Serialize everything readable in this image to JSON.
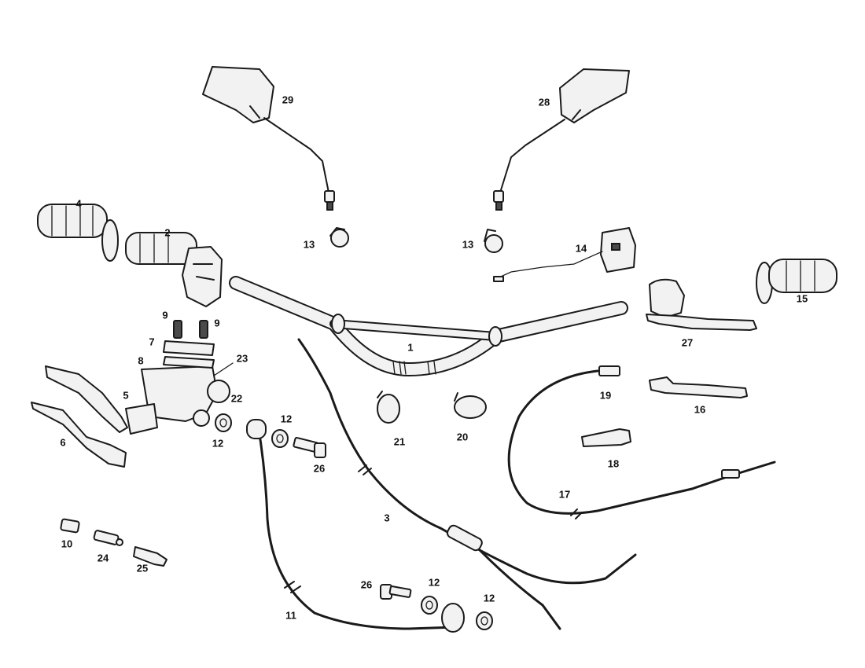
{
  "diagram": {
    "labels": [
      {
        "id": "1",
        "text": "1"
      },
      {
        "id": "2",
        "text": "2"
      },
      {
        "id": "3",
        "text": "3"
      },
      {
        "id": "4",
        "text": "4"
      },
      {
        "id": "5",
        "text": "5"
      },
      {
        "id": "6",
        "text": "6"
      },
      {
        "id": "7",
        "text": "7"
      },
      {
        "id": "8",
        "text": "8"
      },
      {
        "id": "9a",
        "text": "9"
      },
      {
        "id": "9b",
        "text": "9"
      },
      {
        "id": "10",
        "text": "10"
      },
      {
        "id": "11",
        "text": "11"
      },
      {
        "id": "12a",
        "text": "12"
      },
      {
        "id": "12b",
        "text": "12"
      },
      {
        "id": "12c",
        "text": "12"
      },
      {
        "id": "12d",
        "text": "12"
      },
      {
        "id": "13a",
        "text": "13"
      },
      {
        "id": "13b",
        "text": "13"
      },
      {
        "id": "14",
        "text": "14"
      },
      {
        "id": "15",
        "text": "15"
      },
      {
        "id": "16",
        "text": "16"
      },
      {
        "id": "17",
        "text": "17"
      },
      {
        "id": "18",
        "text": "18"
      },
      {
        "id": "19",
        "text": "19"
      },
      {
        "id": "20",
        "text": "20"
      },
      {
        "id": "21",
        "text": "21"
      },
      {
        "id": "22",
        "text": "22"
      },
      {
        "id": "23",
        "text": "23"
      },
      {
        "id": "24",
        "text": "24"
      },
      {
        "id": "25",
        "text": "25"
      },
      {
        "id": "26a",
        "text": "26"
      },
      {
        "id": "26b",
        "text": "26"
      },
      {
        "id": "27",
        "text": "27"
      },
      {
        "id": "28",
        "text": "28"
      },
      {
        "id": "29",
        "text": "29"
      }
    ]
  }
}
